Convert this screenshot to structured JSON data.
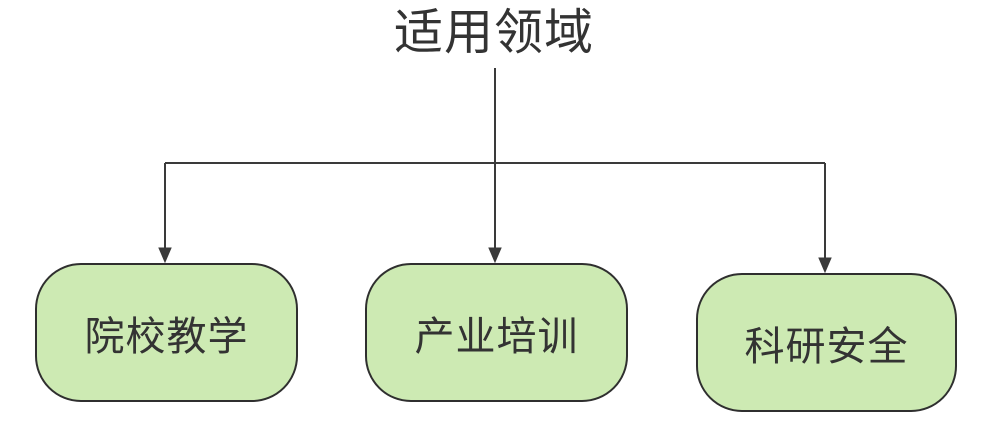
{
  "diagram": {
    "title": "适用领域",
    "nodes": [
      {
        "label": "院校教学"
      },
      {
        "label": "产业培训"
      },
      {
        "label": "科研安全"
      }
    ],
    "colors": {
      "background": "#ffffff",
      "node_fill": "#cdeab3",
      "node_border": "#2f2f2f",
      "connector": "#3a3a3a",
      "text": "#333333"
    }
  }
}
